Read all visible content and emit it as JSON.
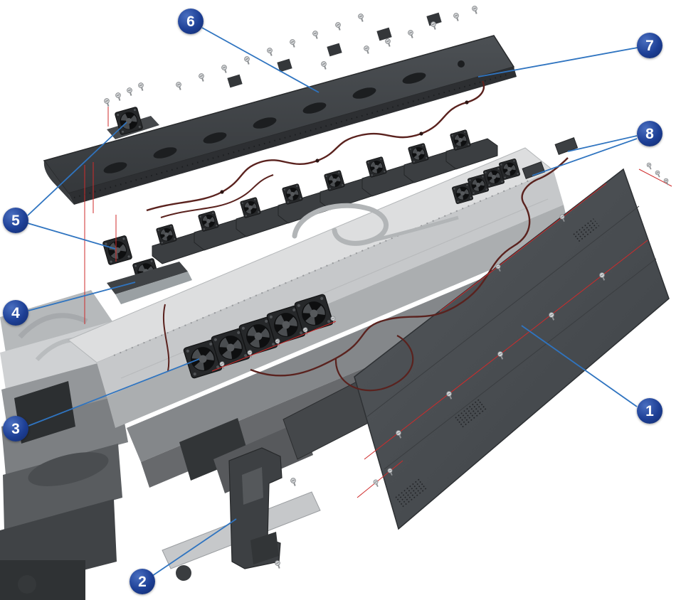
{
  "figure": {
    "kind": "exploded parts diagram",
    "callouts": [
      {
        "label": "1"
      },
      {
        "label": "2"
      },
      {
        "label": "3"
      },
      {
        "label": "4"
      },
      {
        "label": "5"
      },
      {
        "label": "6"
      },
      {
        "label": "7"
      },
      {
        "label": "8"
      }
    ],
    "colors": {
      "callout_fill": "#1d3f95",
      "callout_text": "#ffffff",
      "leader_line": "#2f74c0",
      "screw_axis_line": "#cf2b2b",
      "harness_wire": "#5a221e",
      "cover_panel": "#3f4347",
      "chassis": "#c6c8ca",
      "background": "#ffffff"
    }
  }
}
